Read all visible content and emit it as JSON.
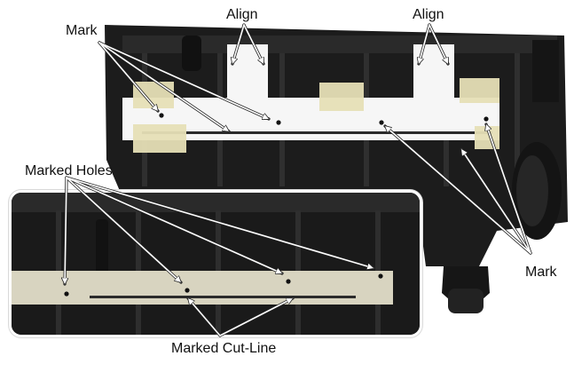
{
  "labels": {
    "mark_top": "Mark",
    "align_left": "Align",
    "align_right": "Align",
    "marked_holes": "Marked Holes",
    "mark_right": "Mark",
    "marked_cut_line": "Marked Cut-Line"
  },
  "colors": {
    "housing": "#1c1c1c",
    "housing_rib": "#2d2d2d",
    "paper_strip": "#f6f6f6",
    "tape": "#e6dfb6",
    "inset_strip": "#d8d4c0",
    "arrow": "#ffffff",
    "arrow_outline": "#222222",
    "text": "#111111"
  }
}
